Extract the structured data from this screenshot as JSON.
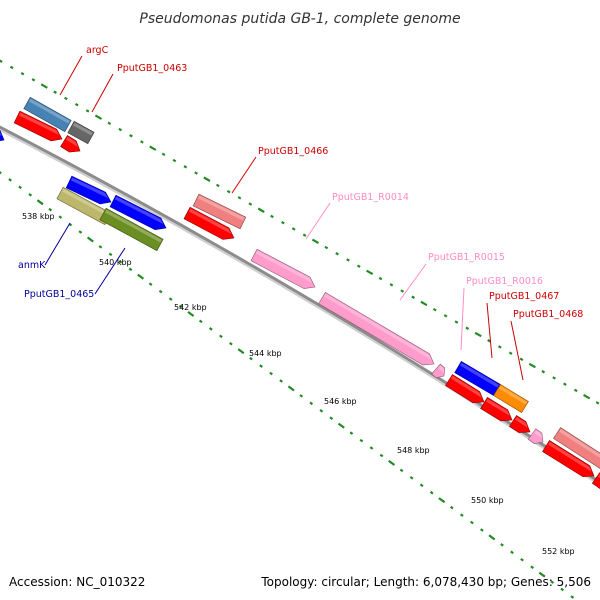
{
  "title": "Pseudomonas putida GB-1, complete genome",
  "footer": {
    "accession": "Accession: NC_010322",
    "summary": "Topology: circular; Length: 6,078,430 bp; Genes: 5,506"
  },
  "colors": {
    "backbone": "#8c8c8c",
    "tick": "#228b22",
    "cds_red": "#ff0000",
    "cds_blue": "#0000ff",
    "cds_steelblue": "#4682b4",
    "cds_gray": "#666666",
    "cds_salmon": "#f08080",
    "rna_pink": "#ff9ccc",
    "cds_khaki": "#bdb76b",
    "cds_olive": "#6b8e23",
    "cds_orange": "#ff8c00"
  },
  "ticks": [
    {
      "label": "538 kbp"
    },
    {
      "label": "540 kbp"
    },
    {
      "label": "542 kbp"
    },
    {
      "label": "544 kbp"
    },
    {
      "label": "546 kbp"
    },
    {
      "label": "548 kbp"
    },
    {
      "label": "550 kbp"
    },
    {
      "label": "552 kbp"
    }
  ],
  "gene_labels": [
    {
      "text": "argC",
      "color": "#cc0000"
    },
    {
      "text": "PputGB1_0463",
      "color": "#cc0000"
    },
    {
      "text": "PputGB1_0466",
      "color": "#cc0000"
    },
    {
      "text": "PputGB1_R0014",
      "color": "#ff8cc6"
    },
    {
      "text": "PputGB1_R0015",
      "color": "#ff8cc6"
    },
    {
      "text": "PputGB1_R0016",
      "color": "#ff8cc6"
    },
    {
      "text": "PputGB1_0467",
      "color": "#cc0000"
    },
    {
      "text": "PputGB1_0468",
      "color": "#cc0000"
    },
    {
      "text": "anmK",
      "color": "#000099"
    },
    {
      "text": "PputGB1_0465",
      "color": "#000099"
    }
  ]
}
